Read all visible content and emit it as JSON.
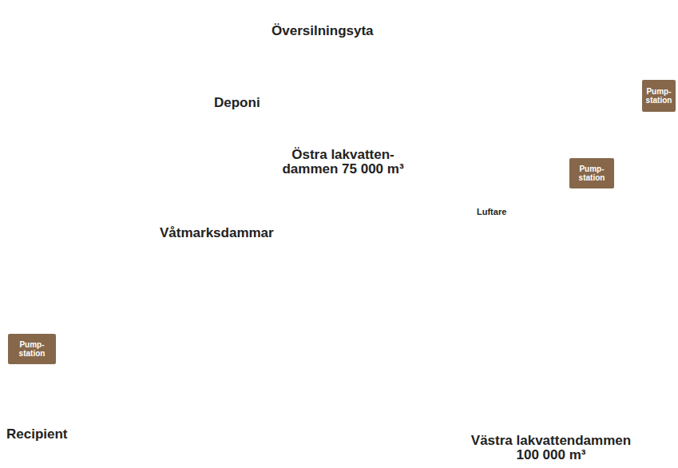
{
  "diagram": {
    "nodes": [
      {
        "text": [
          "Översilningsyta"
        ]
      },
      {
        "text": [
          "Pump- station"
        ]
      },
      {
        "text": [
          "Östra lakvatten- dammen 75 000 m³"
        ]
      },
      {
        "text": [
          "Pump- station"
        ]
      },
      {
        "text": [
          "Västra lakvattendammen 100 000 m³"
        ]
      },
      {
        "text": [
          "Pump- station"
        ]
      }
    ],
    "edges": [
      {
        "from": 0,
        "to": 2,
        "arrow": "to"
      },
      {
        "from": 1,
        "to": 0,
        "arrow": "to"
      },
      {
        "from": 2,
        "to": 4,
        "arrow": "to"
      },
      {
        "from": 4,
        "to": 3,
        "arrow": "to"
      },
      {
        "from": 3,
        "to": 5,
        "arrow": "none"
      }
    ],
    "labels": [
      "Deponi",
      "Luftare",
      "Våtmarksdammar",
      "Recipient"
    ]
  }
}
